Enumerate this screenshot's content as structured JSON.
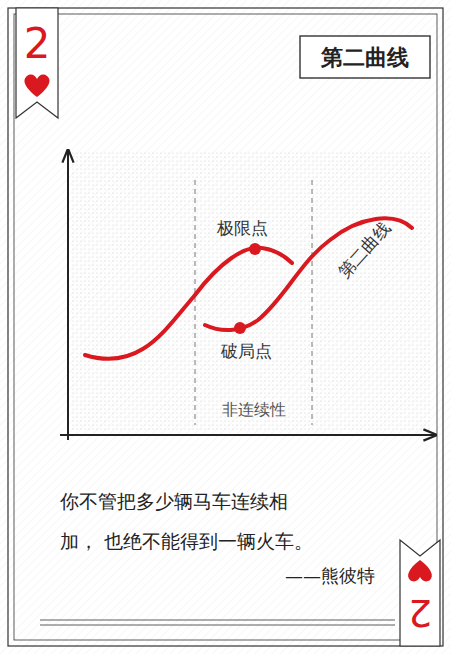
{
  "diagram": {
    "title": "第二曲线",
    "labels": [
      "2",
      "极限点",
      "破局点",
      "第二曲线",
      "非连续性",
      "你不管把多少辆马车连续相加， 也绝不能得到一辆火车。",
      "——熊彼特",
      "2"
    ]
  }
}
